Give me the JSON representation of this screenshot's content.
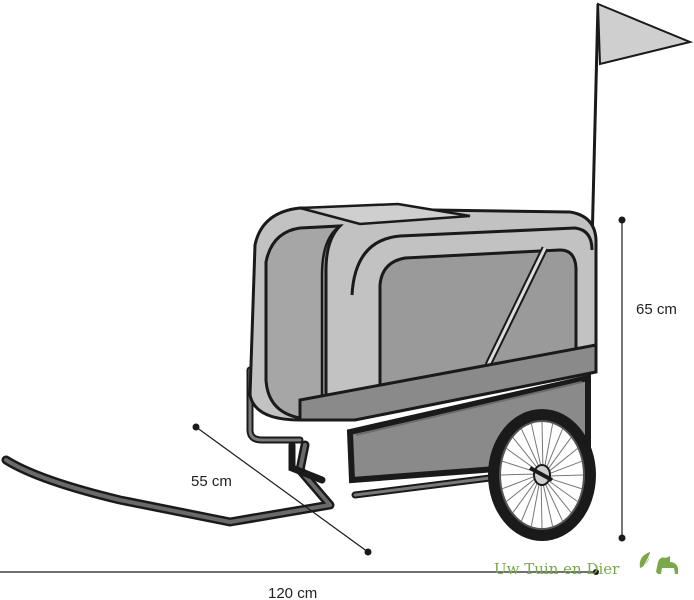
{
  "dimensions": {
    "height_label": "65 cm",
    "depth_label": "55 cm",
    "length_label": "120 cm"
  },
  "watermark": {
    "text": "Uw Tuin en Dier",
    "icon": "leaf-dog-icon"
  },
  "colors": {
    "outline": "#1a1a1a",
    "panel_light": "#c2c2c2",
    "panel_mid": "#a6a6a6",
    "panel_dark": "#8a8a8a",
    "flag": "#cfcfcf",
    "brand_green": "#7aa84a"
  }
}
